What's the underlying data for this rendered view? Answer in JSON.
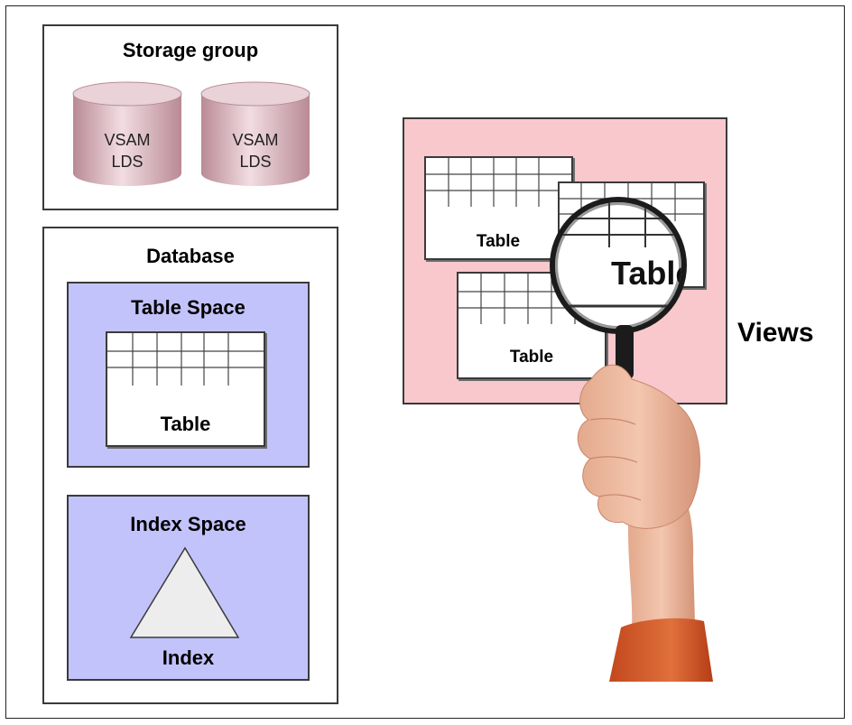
{
  "storage_group": {
    "title": "Storage group",
    "disks": [
      {
        "line1": "VSAM",
        "line2": "LDS"
      },
      {
        "line1": "VSAM",
        "line2": "LDS"
      }
    ]
  },
  "database": {
    "title": "Database",
    "table_space": {
      "title": "Table Space",
      "table_label": "Table"
    },
    "index_space": {
      "title": "Index Space",
      "index_label": "Index"
    }
  },
  "views": {
    "label": "Views",
    "tables": [
      "Table",
      "Table",
      "Table"
    ],
    "magnified_text": "Table"
  },
  "colors": {
    "space_fill": "#c3c3fb",
    "views_fill": "#f9c8cc",
    "disk": "#d3b0b8",
    "index_triangle": "#ededed"
  }
}
